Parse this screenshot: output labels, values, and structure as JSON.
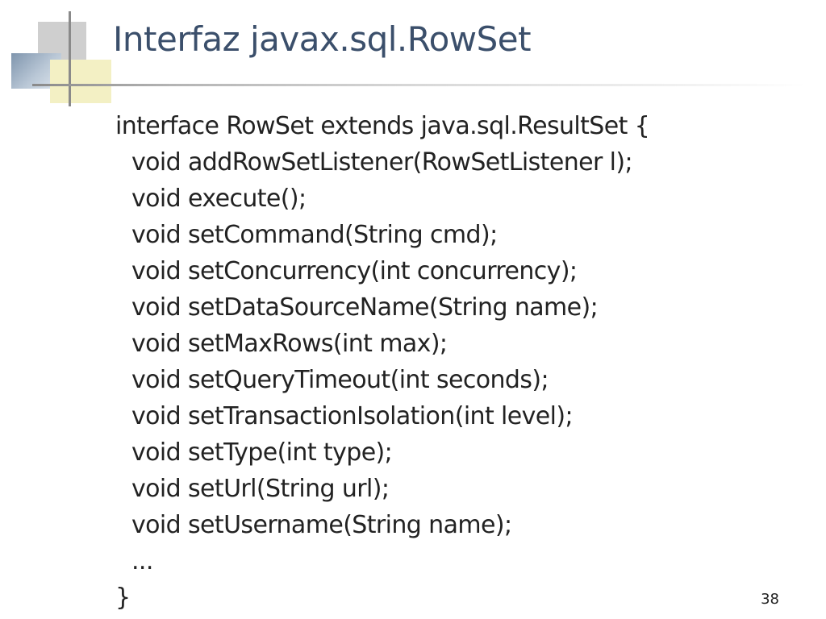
{
  "slide": {
    "title": "Interfaz javax.sql.RowSet",
    "code_lines": [
      "interface RowSet extends java.sql.ResultSet {",
      "void addRowSetListener(RowSetListener l);",
      "void execute();",
      "void setCommand(String cmd);",
      "void setConcurrency(int concurrency);",
      "void setDataSourceName(String name);",
      "void setMaxRows(int max);",
      "void setQueryTimeout(int seconds);",
      "void setTransactionIsolation(int level);",
      "void setType(int type);",
      "void setUrl(String url);",
      "void setUsername(String name);",
      "...",
      "}"
    ],
    "page_number": "38"
  }
}
